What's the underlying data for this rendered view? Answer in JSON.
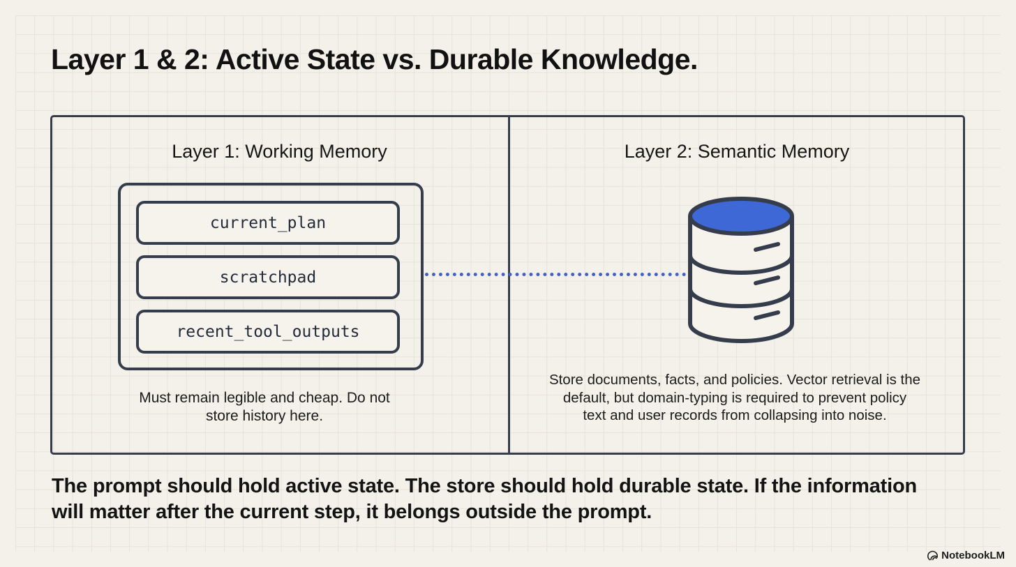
{
  "title": "Layer 1 & 2: Active State vs. Durable Knowledge.",
  "panels": {
    "working_memory": {
      "header": "Layer 1: Working Memory",
      "slots": [
        "current_plan",
        "scratchpad",
        "recent_tool_outputs"
      ],
      "caption_lines": [
        "Must remain legible and cheap. Do not",
        "store history here."
      ]
    },
    "semantic_memory": {
      "header": "Layer 2: Semantic Memory",
      "icon": "database-icon",
      "caption_lines": [
        "Store documents, facts, and policies. Vector retrieval is the",
        "default, but domain-typing is required to prevent policy",
        "text and user records from collapsing into noise."
      ]
    }
  },
  "connector": {
    "style": "dotted-line",
    "color": "#4462c4"
  },
  "footer": {
    "summary_lines": [
      "The prompt should hold active state. The store should hold durable state. If the information",
      "will matter after the current step, it belongs outside the prompt."
    ],
    "brand": "NotebookLM"
  },
  "colors": {
    "background": "#f3f1ea",
    "grid_line": "#e6e3d9",
    "stroke": "#353d4c",
    "database_top": "#3d68d6",
    "connector_dots": "#4462c4",
    "text": "#141414"
  }
}
